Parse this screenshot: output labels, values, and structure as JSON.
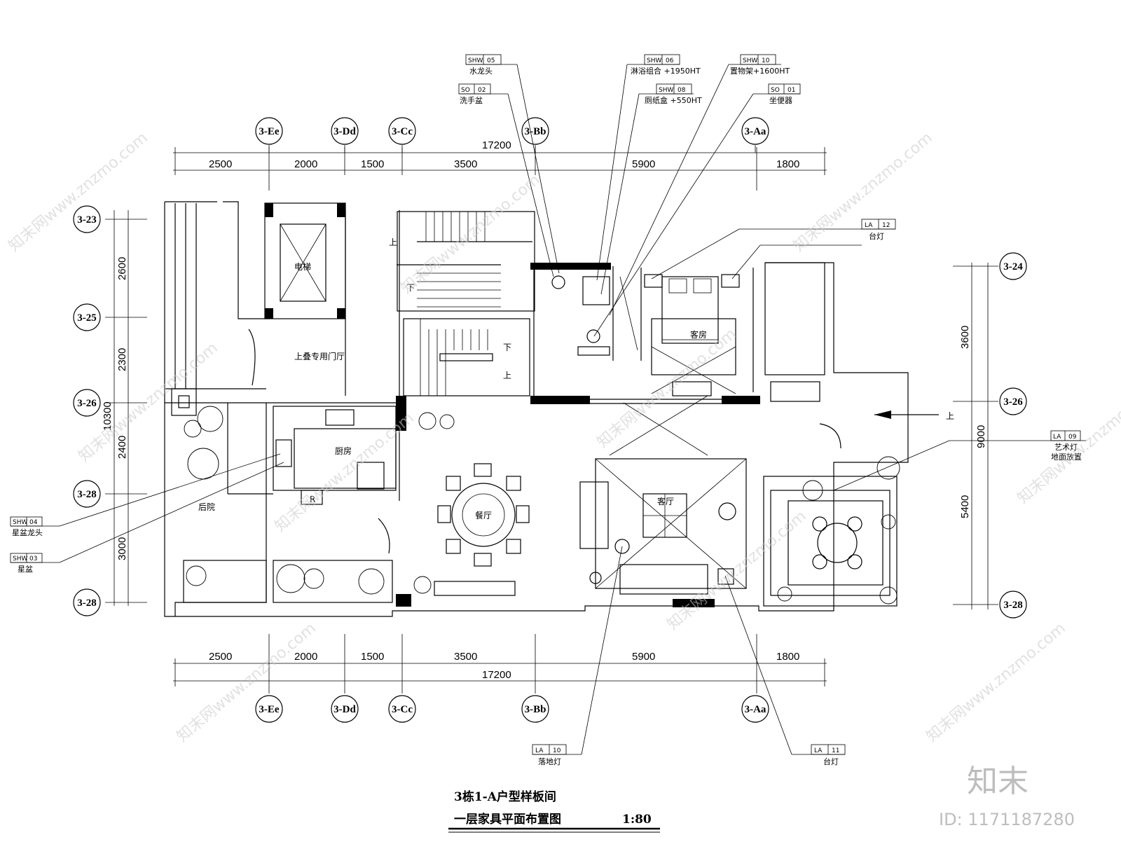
{
  "title": {
    "line1": "3栋1-A户型样板间",
    "line2": "一层家具平面布置图",
    "scale": "1:80"
  },
  "axes": {
    "top": [
      "3-Ee",
      "3-Dd",
      "3-Cc",
      "3-Bb",
      "3-Aa"
    ],
    "bottom": [
      "3-Ee",
      "3-Dd",
      "3-Cc",
      "3-Bb",
      "3-Aa"
    ],
    "left": [
      "3-23",
      "3-25",
      "3-26",
      "3-28",
      "3-28"
    ],
    "right": [
      "3-24",
      "3-26",
      "3-28"
    ]
  },
  "dimensions": {
    "top_total": "17200",
    "top_segments": [
      "2500",
      "2000",
      "1500",
      "3500",
      "5900",
      "1800"
    ],
    "bottom_total": "17200",
    "bottom_segments": [
      "2500",
      "2000",
      "1500",
      "3500",
      "5900",
      "1800"
    ],
    "left_total": "10300",
    "left_segments": [
      "2600",
      "2300",
      "2400",
      "3000"
    ],
    "right_total": "9000",
    "right_segments": [
      "3600",
      "5400"
    ]
  },
  "rooms": {
    "elevator": "电梯",
    "foyer": "上叠专用门厅",
    "kitchen": "厨房",
    "dining": "餐厅",
    "living": "客厅",
    "bedroom": "客房",
    "backyard": "后院",
    "fridge": "R",
    "stair_up_1": "上",
    "stair_down_1": "下",
    "stair_down_2": "下",
    "stair_up_2": "上",
    "entry_up": "上"
  },
  "callouts": [
    {
      "code": "SHW",
      "num": "05",
      "label": "水龙头"
    },
    {
      "code": "SO",
      "num": "02",
      "label": "洗手盆"
    },
    {
      "code": "SHW",
      "num": "06",
      "label": "淋浴组合 +1950HT"
    },
    {
      "code": "SHW",
      "num": "08",
      "label": "厕纸盒 +550HT"
    },
    {
      "code": "SHW",
      "num": "10",
      "label": "置物架+1600HT"
    },
    {
      "code": "SO",
      "num": "01",
      "label": "坐便器"
    },
    {
      "code": "LA",
      "num": "12",
      "label": "台灯"
    },
    {
      "code": "LA",
      "num": "09",
      "label": "艺术灯"
    },
    {
      "code": "SHW",
      "num": "04",
      "label": "星盆龙头"
    },
    {
      "code": "SHW",
      "num": "03",
      "label": "星盆"
    },
    {
      "code": "LA",
      "num": "10",
      "label": "落地灯"
    },
    {
      "code": "LA",
      "num": "11",
      "label": "台灯"
    }
  ],
  "callout_extra": {
    "la09_line2": "地面放置"
  },
  "watermark": {
    "text": "知末网www.znzmo.com",
    "logo": "知末",
    "id": "ID: 1171187280"
  }
}
